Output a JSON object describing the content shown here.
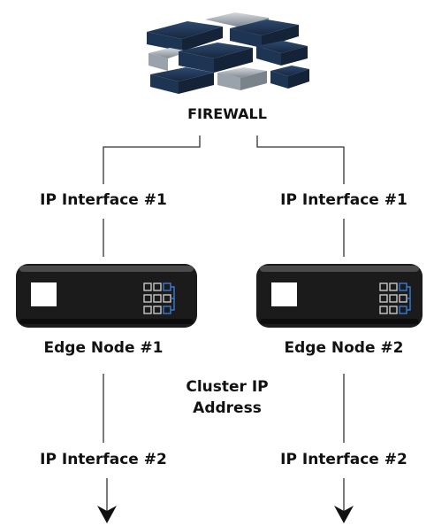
{
  "firewall": {
    "label": "FIREWALL",
    "icon": "brick-wall-icon",
    "colors": {
      "brick_dark": "#1f3350",
      "brick_grey": "#9aa2ab"
    }
  },
  "left_branch": {
    "interface_top": "IP Interface #1",
    "node_label": "Edge Node #1",
    "interface_bottom": "IP Interface #2"
  },
  "right_branch": {
    "interface_top": "IP Interface #1",
    "node_label": "Edge Node #2",
    "interface_bottom": "IP Interface #2"
  },
  "cluster": {
    "line1": "Cluster IP",
    "line2": "Address"
  },
  "colors": {
    "line": "#333333",
    "device_body": "#1b1b1b",
    "port_accent": "#3a7bd5"
  }
}
